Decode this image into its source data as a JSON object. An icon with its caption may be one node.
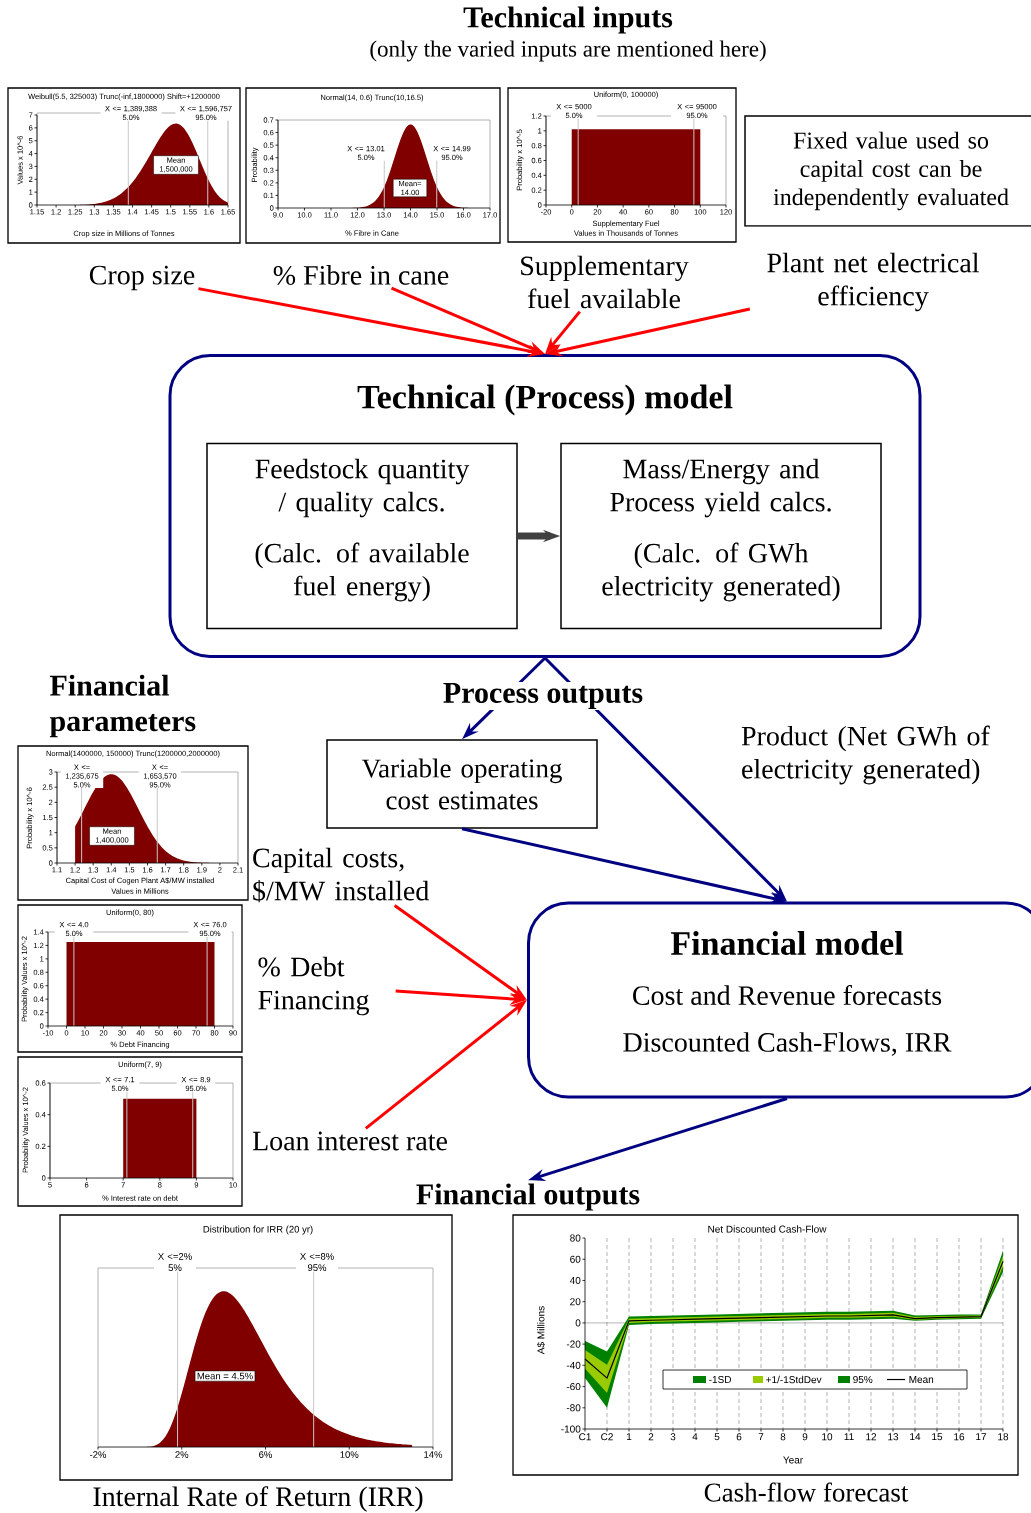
{
  "diagram": {
    "title": "Technical inputs",
    "nodes": [
      {
        "text": [
          "Weibull(5.5, 325003) Trunc(-inf,1800000) Shift=+1200000",
          "X <= 1,389,388 5.0%",
          "X <= 1,596,757 95.0%",
          "Mean 1,500,000",
          "Values x 10^-6",
          "Crop size in Millions of Tonnes",
          "7",
          "6",
          "5",
          "4",
          "3",
          "2",
          "1",
          "0",
          "1.15",
          "1.2",
          "1.25",
          "1.3",
          "1.35",
          "1.4",
          "1.45",
          "1.5",
          "1.55",
          "1.6",
          "1.65"
        ]
      },
      {
        "text": [
          "Normal(14, 0.6) Trunc(10,16.5)",
          "X <= 13.01 5.0%",
          "X <= 14.99 95.0%",
          "Mean= 14.00",
          "Probability",
          "% Fibre in Cane",
          "0.7",
          "0.6",
          "0.5",
          "0.4",
          "0.3",
          "0.2",
          "0.1",
          "0",
          "9.0",
          "10.0",
          "11.0",
          "12.0",
          "13.0",
          "14.0",
          "15.0",
          "16.0",
          "17.0"
        ]
      },
      {
        "text": [
          "Uniform(0, 100000)",
          "X <= 5000 5.0%",
          "X <= 95000 95.0%",
          "Probability x 10^-5",
          "Supplementary Fuel",
          "Values in Thousands of Tonnes",
          "1.2",
          "1",
          "0.8",
          "0.6",
          "0.4",
          "0.2",
          "0",
          "-20",
          "0",
          "20",
          "40",
          "60",
          "80",
          "100",
          "120"
        ]
      },
      {
        "text": [
          "Fixed value used so capital cost can be independently evaluated"
        ]
      },
      {
        "text": [
          "Crop size"
        ]
      },
      {
        "text": [
          "% Fibre in cane"
        ]
      },
      {
        "text": [
          "Supplementary fuel available"
        ]
      },
      {
        "text": [
          "Plant net electrical efficiency"
        ]
      },
      {
        "text": [
          "Technical (Process) model"
        ]
      },
      {
        "text": [
          "Feedstock quantity / quality calcs.",
          "(Calc. of available fuel energy)"
        ],
        "in": 8
      },
      {
        "text": [
          "Mass/Energy and Process yield calcs.",
          "(Calc. of GWh electricity generated)"
        ],
        "in": 8
      },
      {
        "text": [
          "Variable operating cost estimates"
        ]
      },
      {
        "text": [
          "Normal(1400000, 150000) Trunc(1200000,2000000)",
          "X <= 1,235,675 5.0%",
          "X <= 1,653,570 95.0%",
          "Mean 1,400,000",
          "Probability x 10^-6",
          "Capital Cost of Cogen Plant A$/MW installed",
          "Values in Millions",
          "3",
          "2.5",
          "2",
          "1.5",
          "1",
          "0.5",
          "0",
          "1.1",
          "1.2",
          "1.3",
          "1.4",
          "1.5",
          "1.6",
          "1.7",
          "1.8",
          "1.9",
          "2",
          "2.1"
        ]
      },
      {
        "text": [
          "Uniform(0, 80)",
          "X <= 4.0 5.0%",
          "X <= 76.0 95.0%",
          "Probability Values x 10^-2",
          "% Debt Financing",
          "1.4",
          "1.2",
          "1",
          "0.8",
          "0.6",
          "0.4",
          "0.2",
          "0",
          "-10",
          "0",
          "10",
          "20",
          "30",
          "40",
          "50",
          "60",
          "70",
          "80",
          "90"
        ]
      },
      {
        "text": [
          "Uniform(7, 9)",
          "X <= 7.1 5.0%",
          "X <= 8.9 95.0%",
          "Probability Values x 10^-2",
          "% Interest rate on debt",
          "0.6",
          "0.4",
          "0.2",
          "0",
          "5",
          "6",
          "7",
          "8",
          "9",
          "10"
        ]
      },
      {
        "text": [
          "Capital costs, $/MW installed"
        ]
      },
      {
        "text": [
          "% Debt Financing"
        ]
      },
      {
        "text": [
          "Loan interest rate"
        ]
      },
      {
        "text": [
          "Financial model",
          "Cost and Revenue forecasts",
          "Discounted Cash-Flows, IRR"
        ]
      },
      {
        "text": [
          "Financial outputs"
        ]
      },
      {
        "text": [
          "Distribution for IRR (20 yr)",
          "X <=2% 5%",
          "X <=8% 95%",
          "Mean = 4.5%",
          "-2%",
          "2%",
          "6%",
          "10%",
          "14%"
        ],
        "beside": [
          "Internal Rate of Return (IRR)"
        ]
      },
      {
        "text": [
          "Net Discounted Cash-Flow",
          "A$ Millions",
          "Year",
          "80",
          "60",
          "40",
          "20",
          "0",
          "-20",
          "-40",
          "-60",
          "-80",
          "-100",
          "C1",
          "C2",
          "1",
          "2",
          "3",
          "4",
          "5",
          "6",
          "7",
          "8",
          "9",
          "10",
          "11",
          "12",
          "13",
          "14",
          "15",
          "16",
          "17",
          "18"
        ],
        "beside": [
          "Cash-flow forecast"
        ]
      }
    ],
    "edges": [
      {
        "from": 4,
        "to": 8,
        "arrow": "to"
      },
      {
        "from": 5,
        "to": 8,
        "arrow": "to"
      },
      {
        "from": 6,
        "to": 8,
        "arrow": "to"
      },
      {
        "from": 7,
        "to": 8,
        "arrow": "to"
      },
      {
        "from": 9,
        "to": 10,
        "arrow": "to",
        "style": "thick",
        "color": "#404040"
      },
      {
        "from": 8,
        "to": 11,
        "arrow": "to",
        "color": "#000080",
        "label": "Process outputs"
      },
      {
        "from": 8,
        "to": 18,
        "arrow": "to",
        "color": "#000080",
        "label": "Product (Net GWh of electricity generated)"
      },
      {
        "from": 11,
        "to": 18,
        "arrow": "to",
        "color": "#000080"
      },
      {
        "from": 15,
        "to": 18,
        "arrow": "to"
      },
      {
        "from": 16,
        "to": 18,
        "arrow": "to"
      },
      {
        "from": 17,
        "to": 18,
        "arrow": "to"
      },
      {
        "from": 18,
        "to": 19,
        "arrow": "to",
        "color": "#000080"
      }
    ],
    "labels": [
      "(only the varied inputs are mentioned here)",
      "Financial parameters"
    ],
    "legend": [
      {
        "text": "-1SD",
        "color": "#008000"
      },
      {
        "text": "+1/-1StdDev",
        "color": "#99cc00"
      },
      {
        "text": "95%",
        "color": "#008000"
      },
      {
        "text": "Mean"
      }
    ]
  }
}
